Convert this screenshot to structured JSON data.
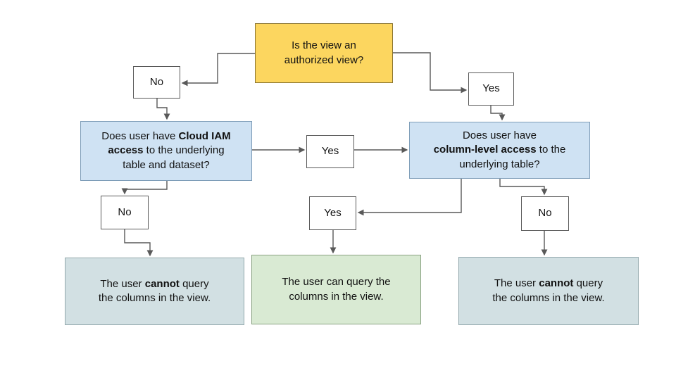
{
  "colors": {
    "background": "#ffffff",
    "root_fill": "#fcd65f",
    "root_border": "#8a7430",
    "question_fill": "#cfe2f3",
    "question_border": "#7e9db8",
    "outcome_negative_fill": "#d2e0e3",
    "outcome_negative_border": "#93a9ad",
    "outcome_positive_fill": "#d9ead3",
    "outcome_positive_border": "#8aa383",
    "branch_fill": "#ffffff",
    "branch_border": "#595959",
    "connector": "#595959",
    "text": "#111111"
  },
  "nodes": {
    "root": {
      "lines": [
        [
          {
            "t": "Is the view an"
          }
        ],
        [
          {
            "t": "authorized view?"
          }
        ]
      ]
    },
    "no_top": {
      "label": "No"
    },
    "yes_top": {
      "label": "Yes"
    },
    "iam_question": {
      "lines": [
        [
          {
            "t": "Does user have "
          },
          {
            "t": "Cloud IAM",
            "b": true
          }
        ],
        [
          {
            "t": "access",
            "b": true
          },
          {
            "t": " to the underlying"
          }
        ],
        [
          {
            "t": "table and dataset?"
          }
        ]
      ]
    },
    "yes_middle": {
      "label": "Yes"
    },
    "column_question": {
      "lines": [
        [
          {
            "t": "Does user have"
          }
        ],
        [
          {
            "t": "column-level access",
            "b": true
          },
          {
            "t": " to the"
          }
        ],
        [
          {
            "t": "underlying table?"
          }
        ]
      ]
    },
    "no_bottom_left": {
      "label": "No"
    },
    "yes_bottom_middle": {
      "label": "Yes"
    },
    "no_bottom_right": {
      "label": "No"
    },
    "outcome_left": {
      "lines": [
        [
          {
            "t": "The user "
          },
          {
            "t": "cannot",
            "b": true
          },
          {
            "t": " query"
          }
        ],
        [
          {
            "t": "the columns in the view."
          }
        ]
      ]
    },
    "outcome_middle": {
      "lines": [
        [
          {
            "t": "The user can query the"
          }
        ],
        [
          {
            "t": "columns in the view."
          }
        ]
      ]
    },
    "outcome_right": {
      "lines": [
        [
          {
            "t": "The user "
          },
          {
            "t": "cannot",
            "b": true
          },
          {
            "t": " query"
          }
        ],
        [
          {
            "t": "the columns in the view."
          }
        ]
      ]
    }
  }
}
